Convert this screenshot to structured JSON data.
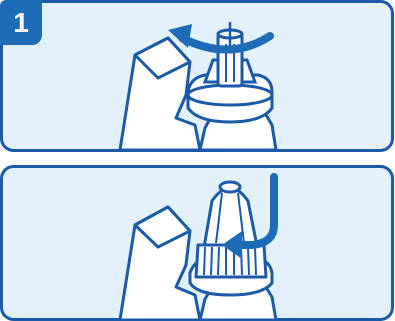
{
  "step": {
    "number": "1"
  },
  "colors": {
    "accent": "#1e6bb8",
    "panel_fill": "#e3f1fb",
    "device_fill": "#ffffff",
    "outline": "#1a5aa8"
  },
  "panels": [
    {
      "id": "remove-cap",
      "arrow_icon": "rotate-arrow-icon"
    },
    {
      "id": "press-needle",
      "arrow_icon": "down-curved-arrow-icon"
    }
  ]
}
